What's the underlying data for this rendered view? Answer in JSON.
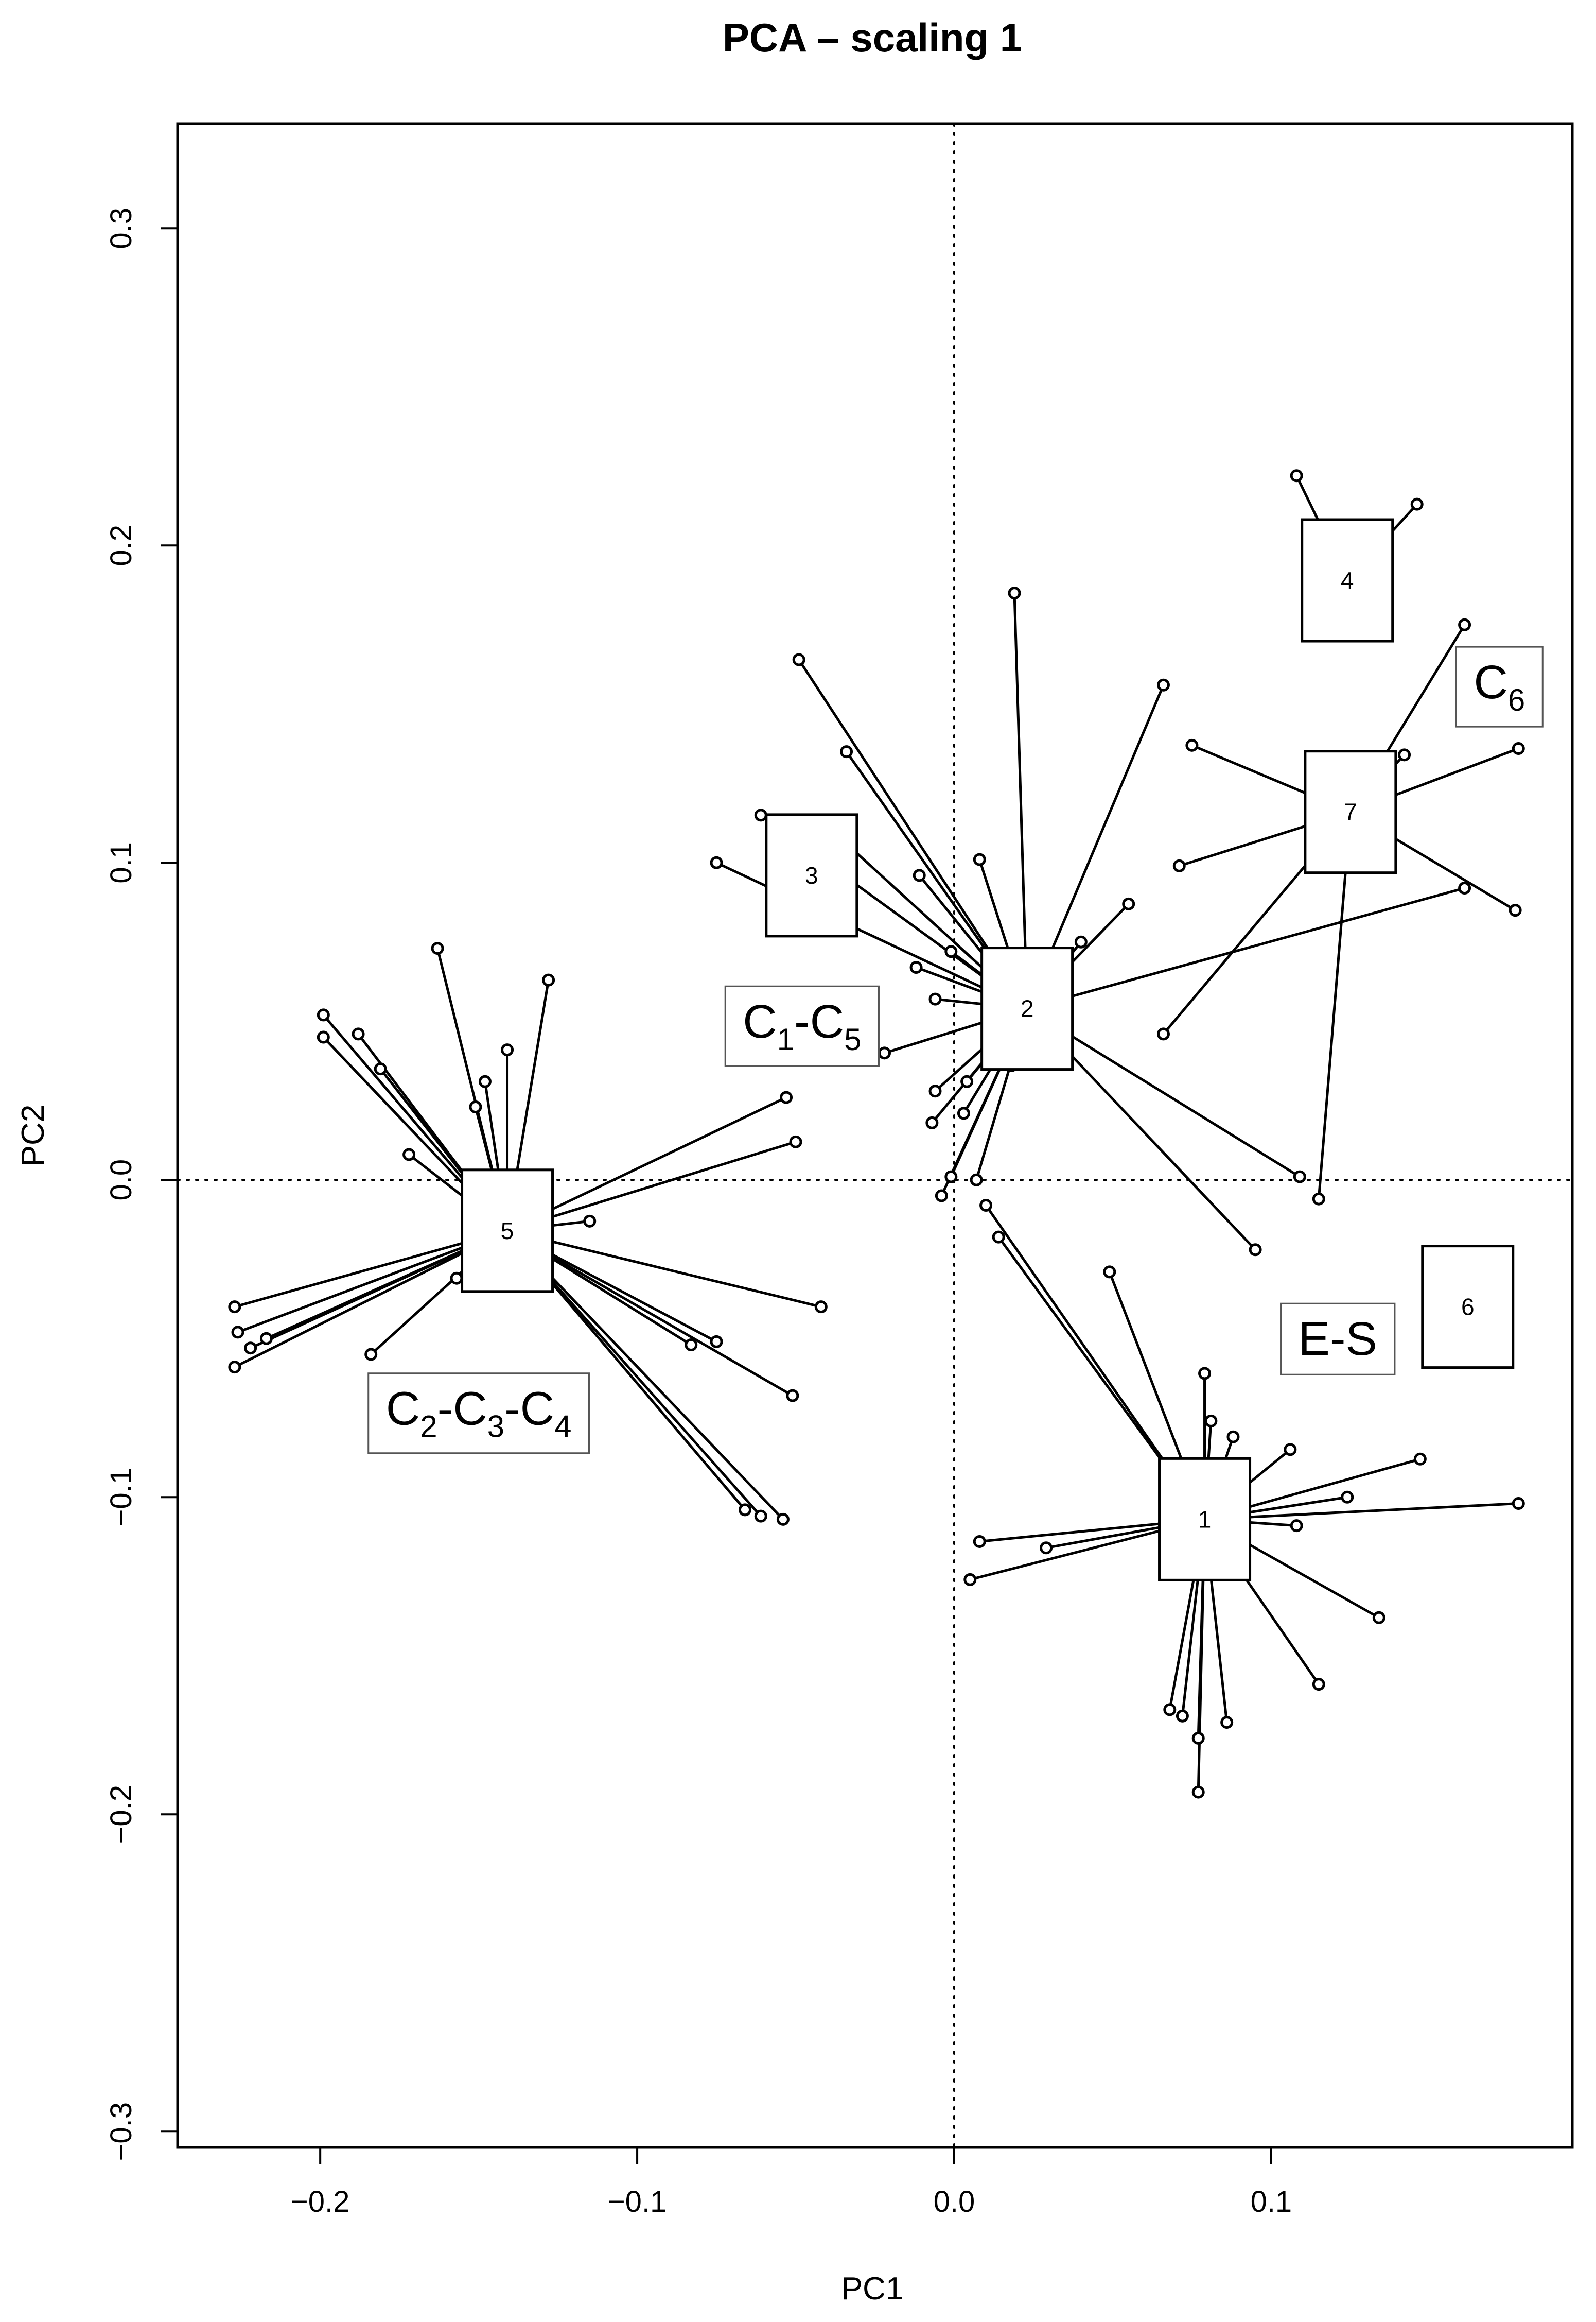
{
  "chart_data": {
    "type": "scatter",
    "title": "PCA – scaling 1",
    "xlabel": "PC1",
    "ylabel": "PC2",
    "xlim": [
      -0.245,
      0.195
    ],
    "ylim": [
      -0.305,
      0.333
    ],
    "xticks": [
      -0.2,
      -0.1,
      0.0,
      0.1
    ],
    "xtick_labels": [
      "−0.2",
      "−0.1",
      "0.0",
      "0.1"
    ],
    "yticks": [
      -0.3,
      -0.2,
      -0.1,
      0.0,
      0.1,
      0.2,
      0.3
    ],
    "ytick_labels": [
      "−0.3",
      "−0.2",
      "−0.1",
      "0.0",
      "0.1",
      "0.2",
      "0.3"
    ],
    "reference_lines": {
      "x": 0.0,
      "y": 0.0,
      "style": "dotted"
    },
    "grid": false,
    "groups": [
      {
        "label": "1",
        "centroid": [
          0.079,
          -0.107
        ],
        "points": [
          [
            0.081,
            -0.076
          ],
          [
            0.088,
            -0.081
          ],
          [
            0.147,
            -0.088
          ],
          [
            0.124,
            -0.1
          ],
          [
            0.108,
            -0.109
          ],
          [
            0.178,
            -0.102
          ],
          [
            0.134,
            -0.138
          ],
          [
            0.115,
            -0.159
          ],
          [
            0.086,
            -0.171
          ],
          [
            0.077,
            -0.176
          ],
          [
            0.077,
            -0.193
          ],
          [
            0.072,
            -0.169
          ],
          [
            0.068,
            -0.167
          ],
          [
            0.029,
            -0.116
          ],
          [
            0.008,
            -0.114
          ],
          [
            0.005,
            -0.126
          ],
          [
            0.049,
            -0.029
          ],
          [
            0.106,
            -0.085
          ],
          [
            0.079,
            -0.061
          ],
          [
            0.01,
            -0.008
          ],
          [
            0.014,
            -0.018
          ]
        ]
      },
      {
        "label": "2",
        "centroid": [
          0.023,
          0.054
        ],
        "points": [
          [
            0.019,
            0.185
          ],
          [
            0.066,
            0.156
          ],
          [
            -0.049,
            0.164
          ],
          [
            -0.034,
            0.135
          ],
          [
            -0.034,
            0.106
          ],
          [
            -0.061,
            0.115
          ],
          [
            -0.075,
            0.1
          ],
          [
            -0.011,
            0.096
          ],
          [
            0.008,
            0.101
          ],
          [
            -0.001,
            0.072
          ],
          [
            -0.012,
            0.067
          ],
          [
            -0.006,
            0.057
          ],
          [
            -0.022,
            0.04
          ],
          [
            -0.006,
            0.028
          ],
          [
            -0.007,
            0.018
          ],
          [
            0.004,
            0.031
          ],
          [
            0.003,
            0.021
          ],
          [
            0.007,
            0.0
          ],
          [
            -0.001,
            0.001
          ],
          [
            -0.004,
            -0.005
          ],
          [
            0.04,
            0.075
          ],
          [
            0.055,
            0.087
          ],
          [
            0.161,
            0.092
          ],
          [
            0.109,
            0.001
          ],
          [
            0.095,
            -0.022
          ],
          [
            0.025,
            0.038
          ],
          [
            0.018,
            0.036
          ]
        ]
      },
      {
        "label": "3",
        "centroid": [
          -0.045,
          0.096
        ],
        "points": []
      },
      {
        "label": "4",
        "centroid": [
          0.124,
          0.189
        ],
        "points": [
          [
            0.108,
            0.222
          ],
          [
            0.146,
            0.213
          ]
        ]
      },
      {
        "label": "5",
        "centroid": [
          -0.141,
          -0.016
        ],
        "points": [
          [
            -0.163,
            0.073
          ],
          [
            -0.128,
            0.063
          ],
          [
            -0.141,
            0.041
          ],
          [
            -0.148,
            0.031
          ],
          [
            -0.151,
            0.023
          ],
          [
            -0.199,
            0.052
          ],
          [
            -0.188,
            0.046
          ],
          [
            -0.181,
            0.035
          ],
          [
            -0.199,
            0.045
          ],
          [
            -0.172,
            0.008
          ],
          [
            -0.053,
            0.026
          ],
          [
            -0.05,
            0.012
          ],
          [
            -0.115,
            -0.013
          ],
          [
            -0.042,
            -0.04
          ],
          [
            -0.075,
            -0.051
          ],
          [
            -0.083,
            -0.052
          ],
          [
            -0.051,
            -0.068
          ],
          [
            -0.054,
            -0.107
          ],
          [
            -0.061,
            -0.106
          ],
          [
            -0.066,
            -0.104
          ],
          [
            -0.157,
            -0.031
          ],
          [
            -0.184,
            -0.055
          ],
          [
            -0.217,
            -0.05
          ],
          [
            -0.222,
            -0.053
          ],
          [
            -0.226,
            -0.048
          ],
          [
            -0.227,
            -0.04
          ],
          [
            -0.227,
            -0.059
          ]
        ]
      },
      {
        "label": "6",
        "centroid": [
          0.162,
          -0.04
        ],
        "points": []
      },
      {
        "label": "7",
        "centroid": [
          0.125,
          0.116
        ],
        "points": [
          [
            0.075,
            0.137
          ],
          [
            0.178,
            0.136
          ],
          [
            0.142,
            0.134
          ],
          [
            0.071,
            0.099
          ],
          [
            0.177,
            0.085
          ],
          [
            0.066,
            0.046
          ],
          [
            0.161,
            0.175
          ],
          [
            0.115,
            -0.006
          ]
        ]
      }
    ],
    "cluster_labels": [
      {
        "main": "C",
        "sub": "6",
        "position": [
          0.172,
          0.157
        ]
      },
      {
        "main": "C",
        "sub": "1",
        "main2": "-C",
        "sub2": "5",
        "position": [
          -0.048,
          0.05
        ]
      },
      {
        "main": "C",
        "sub": "2",
        "main2": "-C",
        "sub2": "3",
        "main3": "-C",
        "sub3": "4",
        "position": [
          -0.15,
          -0.072
        ]
      },
      {
        "main": "E-S",
        "position": [
          0.121,
          -0.05
        ]
      }
    ]
  }
}
